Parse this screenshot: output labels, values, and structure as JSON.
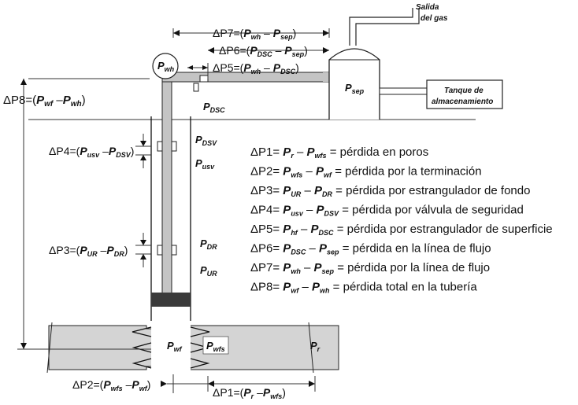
{
  "labels": {
    "gas_outlet_line1": "Salida",
    "gas_outlet_line2": "del gas",
    "tank_line1": "Tanque de",
    "tank_line2": "almacenamiento",
    "p_wh": "P",
    "p_wh_sub": "wh",
    "p_sep": "P",
    "p_sep_sub": "sep",
    "p_dsc": "P",
    "p_dsc_sub": "DSC",
    "p_dsv": "P",
    "p_dsv_sub": "DSV",
    "p_usv": "P",
    "p_usv_sub": "usv",
    "p_dr": "P",
    "p_dr_sub": "DR",
    "p_ur": "P",
    "p_ur_sub": "UR",
    "p_wf": "P",
    "p_wf_sub": "wf",
    "p_wfs": "P",
    "p_wfs_sub": "wfs",
    "p_r": "P",
    "p_r_sub": "r"
  },
  "deltas": {
    "dp7": {
      "prefix": "ΔP7=(",
      "a": "P",
      "a_sub": "wh",
      "minus": " – ",
      "b": "P",
      "b_sub": "sep",
      "suffix": ")"
    },
    "dp6": {
      "prefix": "ΔP6=(",
      "a": "P",
      "a_sub": "DSC",
      "minus": " – ",
      "b": "P",
      "b_sub": "sep",
      "suffix": ")"
    },
    "dp5": {
      "prefix": "ΔP5=(",
      "a": "P",
      "a_sub": "wh",
      "minus": " – ",
      "b": "P",
      "b_sub": "DSC",
      "suffix": ")"
    },
    "dp8": {
      "prefix": "ΔP8=(",
      "a": "P",
      "a_sub": "wf",
      "minus": " –",
      "b": "P",
      "b_sub": "wh",
      "suffix": ")"
    },
    "dp4": {
      "prefix": "ΔP4=(",
      "a": "P",
      "a_sub": "usv",
      "minus": " –",
      "b": "P",
      "b_sub": "DSV",
      "suffix": ")"
    },
    "dp3": {
      "prefix": "ΔP3=(",
      "a": "P",
      "a_sub": "UR",
      "minus": " –",
      "b": "P",
      "b_sub": "DR",
      "suffix": ")"
    },
    "dp2": {
      "prefix": "ΔP2=(",
      "a": "P",
      "a_sub": "wfs",
      "minus": " –",
      "b": "P",
      "b_sub": "wf",
      "suffix": ")"
    },
    "dp1": {
      "prefix": "ΔP1=(",
      "a": "P",
      "a_sub": "r",
      "minus": " –",
      "b": "P",
      "b_sub": "wfs",
      "suffix": ")"
    }
  },
  "legend": [
    {
      "dp": "ΔP1= ",
      "a": "P",
      "a_sub": "r",
      "b": "P",
      "b_sub": "wfs",
      "desc": " = pérdida en poros"
    },
    {
      "dp": "ΔP2= ",
      "a": "P",
      "a_sub": "wfs",
      "b": "P",
      "b_sub": "wf",
      "desc": " = pérdida por la terminación"
    },
    {
      "dp": "ΔP3= ",
      "a": "P",
      "a_sub": "UR",
      "b": "P",
      "b_sub": "DR",
      "desc": " = pérdida por estrangulador de fondo"
    },
    {
      "dp": "ΔP4= ",
      "a": "P",
      "a_sub": "usv",
      "b": "P",
      "b_sub": "DSV",
      "desc": " = pérdida por válvula de seguridad"
    },
    {
      "dp": "ΔP5= ",
      "a": "P",
      "a_sub": "hf",
      "b": "P",
      "b_sub": "DSC",
      "desc": " = pérdida por estrangulador de superficie"
    },
    {
      "dp": "ΔP6= ",
      "a": "P",
      "a_sub": "DSC",
      "b": "P",
      "b_sub": "sep",
      "desc": " = pérdida en la línea de flujo"
    },
    {
      "dp": "ΔP7= ",
      "a": "P",
      "a_sub": "wh",
      "b": "P",
      "b_sub": "sep",
      "desc": " = pérdida por la línea de flujo"
    },
    {
      "dp": "ΔP8= ",
      "a": "P",
      "a_sub": "wf",
      "b": "P",
      "b_sub": "wh",
      "desc": " = pérdida total en la tubería"
    }
  ],
  "colors": {
    "pipe_fill": "#c4c4c4",
    "formation_fill": "#d4d4d4",
    "packer_fill": "#3a3a3a",
    "ink": "#111111"
  }
}
